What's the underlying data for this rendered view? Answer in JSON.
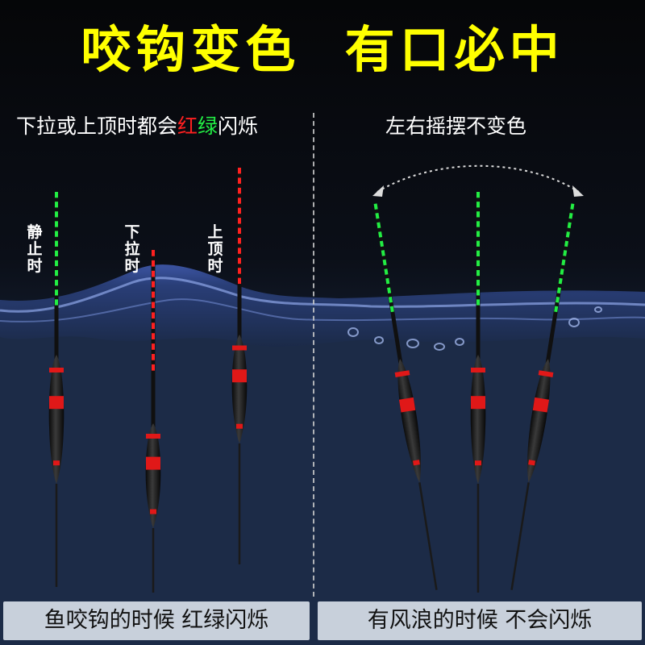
{
  "headline": "咬钩变色  有口必中",
  "left_caption": {
    "prefix": "下拉或上顶时都会",
    "red": "红",
    "green": "绿",
    "suffix": "闪烁"
  },
  "right_caption": "左右摇摆不变色",
  "float_labels": {
    "static": "静止时",
    "pull_down": "下拉时",
    "push_up": "上顶时"
  },
  "bottom": {
    "left": "鱼咬钩的时候 红绿闪烁",
    "right": "有风浪的时候 不会闪烁"
  },
  "colors": {
    "headline": "#ffff00",
    "tip_green": "#22ee44",
    "tip_red": "#ff2020",
    "body_red": "#e01818",
    "water": "#2a3f7a"
  }
}
